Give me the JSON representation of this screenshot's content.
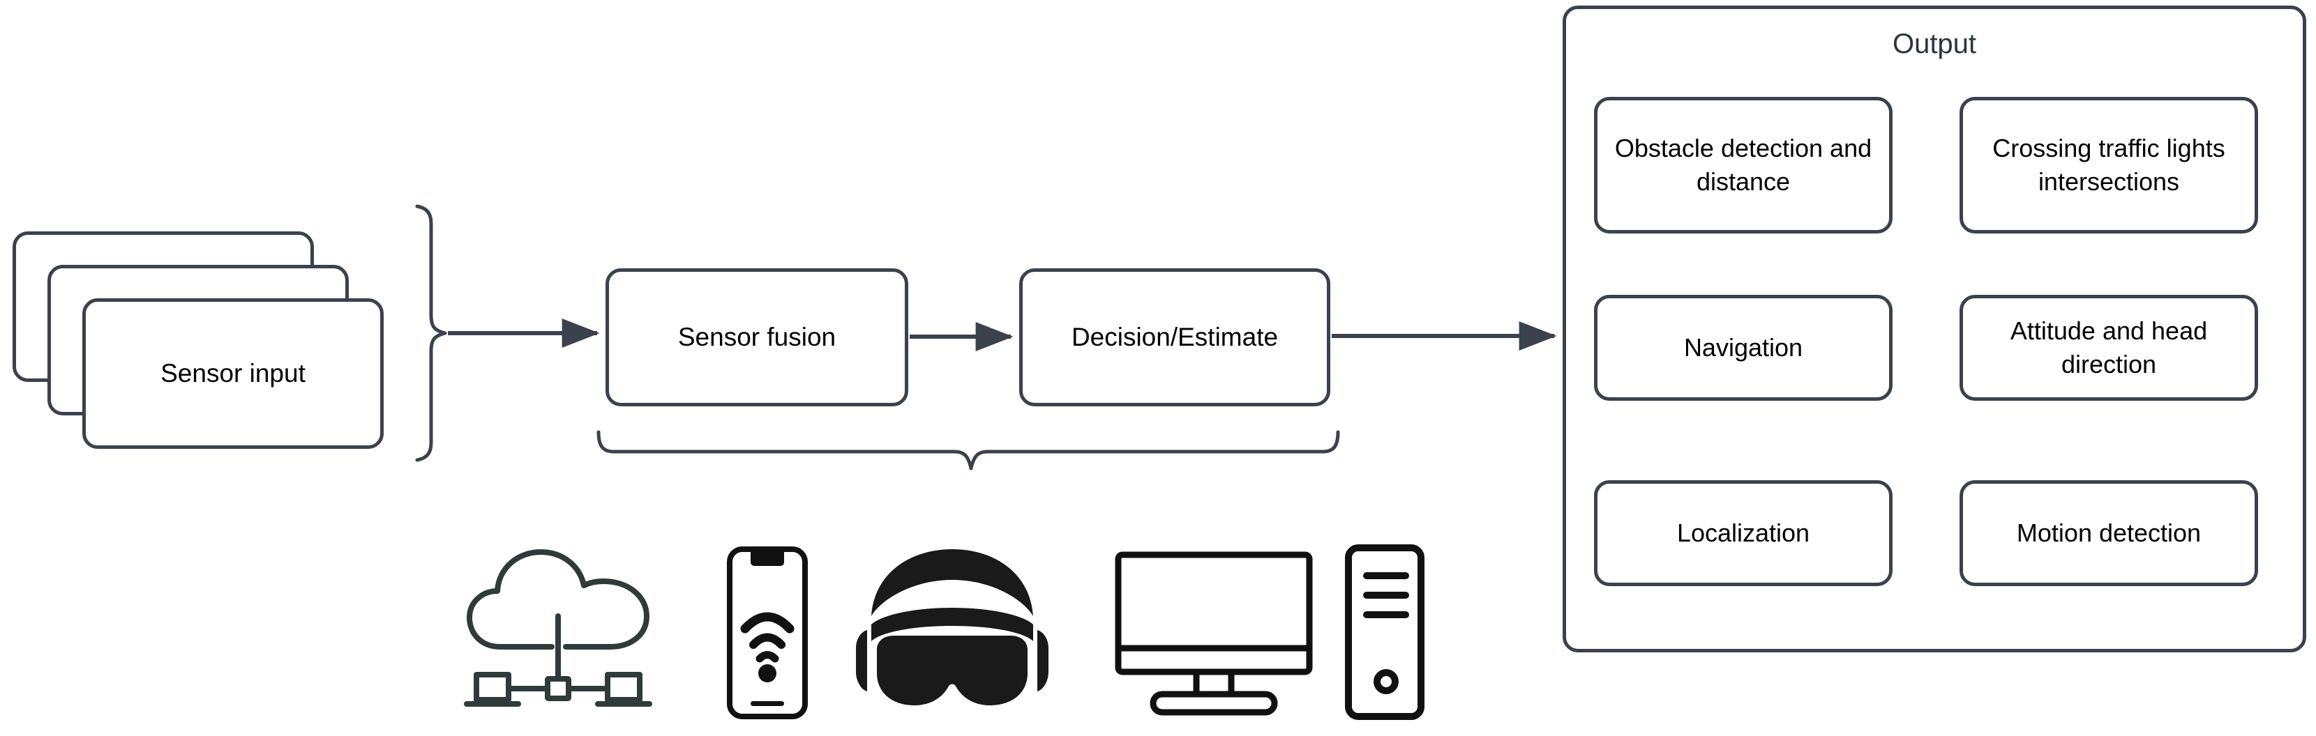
{
  "diagram": {
    "title": "Sensor fusion pipeline block diagram",
    "colors": {
      "stroke": "#3b414d",
      "text": "#000000",
      "title_text": "#2e3440",
      "background": "#ffffff",
      "icon_dark": "#1a1a1a",
      "icon_slate": "#2f3a3a"
    }
  },
  "input": {
    "label": "Sensor input",
    "stack_count": 3
  },
  "pipeline": {
    "fusion_label": "Sensor fusion",
    "decision_label": "Decision/Estimate"
  },
  "output": {
    "title": "Output",
    "boxes": [
      {
        "label": "Obstacle detection and distance"
      },
      {
        "label": "Crossing traffic lights intersections"
      },
      {
        "label": "Navigation"
      },
      {
        "label": "Attitude and head direction"
      },
      {
        "label": "Localization"
      },
      {
        "label": "Motion detection"
      }
    ]
  },
  "platforms": [
    {
      "name": "cloud-network-icon"
    },
    {
      "name": "smartphone-wifi-icon"
    },
    {
      "name": "vr-headset-icon"
    },
    {
      "name": "desktop-monitor-icon"
    },
    {
      "name": "pc-tower-icon"
    }
  ]
}
